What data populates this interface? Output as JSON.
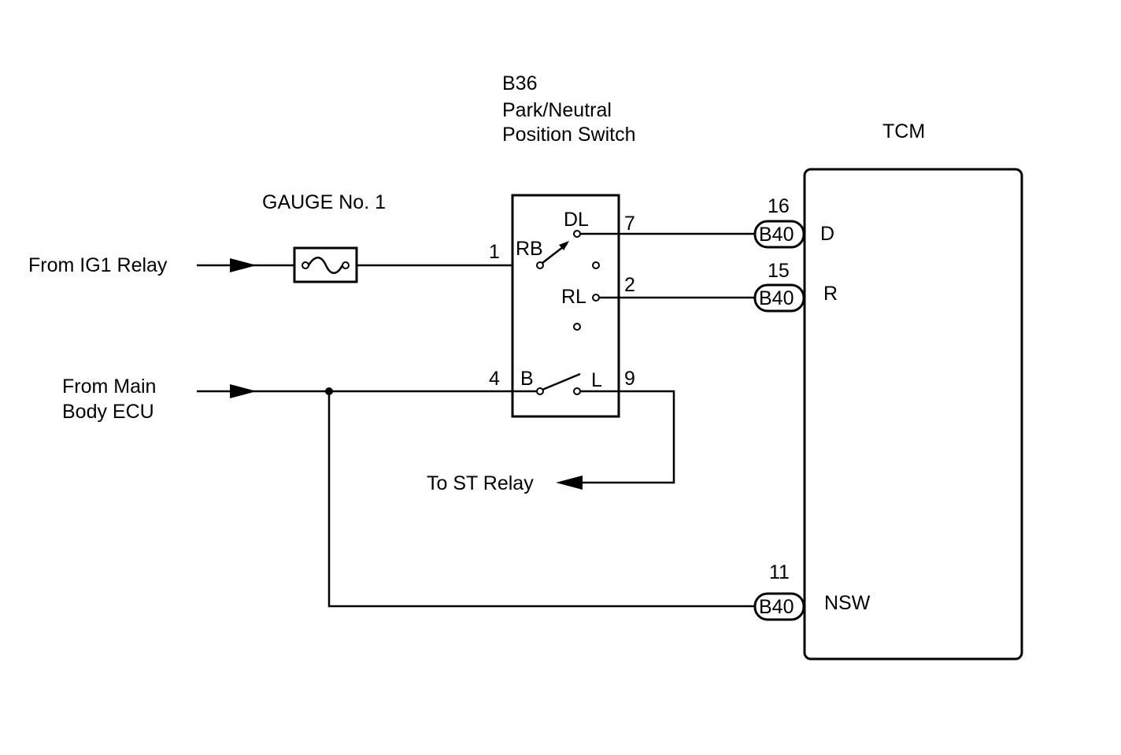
{
  "switch": {
    "code": "B36",
    "name_line1": "Park/Neutral",
    "name_line2": "Position Switch",
    "terminals": {
      "rb": "RB",
      "dl": "DL",
      "rl": "RL",
      "b": "B",
      "l": "L"
    },
    "pins": {
      "rb": "1",
      "dl": "7",
      "rl": "2",
      "b": "4",
      "l": "9"
    }
  },
  "fuse": {
    "label": "GAUGE No. 1"
  },
  "sources": {
    "ig1": "From IG1 Relay",
    "main_body_line1": "From Main",
    "main_body_line2": "Body ECU",
    "st_relay": "To ST Relay"
  },
  "tcm": {
    "label": "TCM",
    "connectors": [
      {
        "pin": "16",
        "connector": "B40",
        "signal": "D"
      },
      {
        "pin": "15",
        "connector": "B40",
        "signal": "R"
      },
      {
        "pin": "11",
        "connector": "B40",
        "signal": "NSW"
      }
    ]
  }
}
